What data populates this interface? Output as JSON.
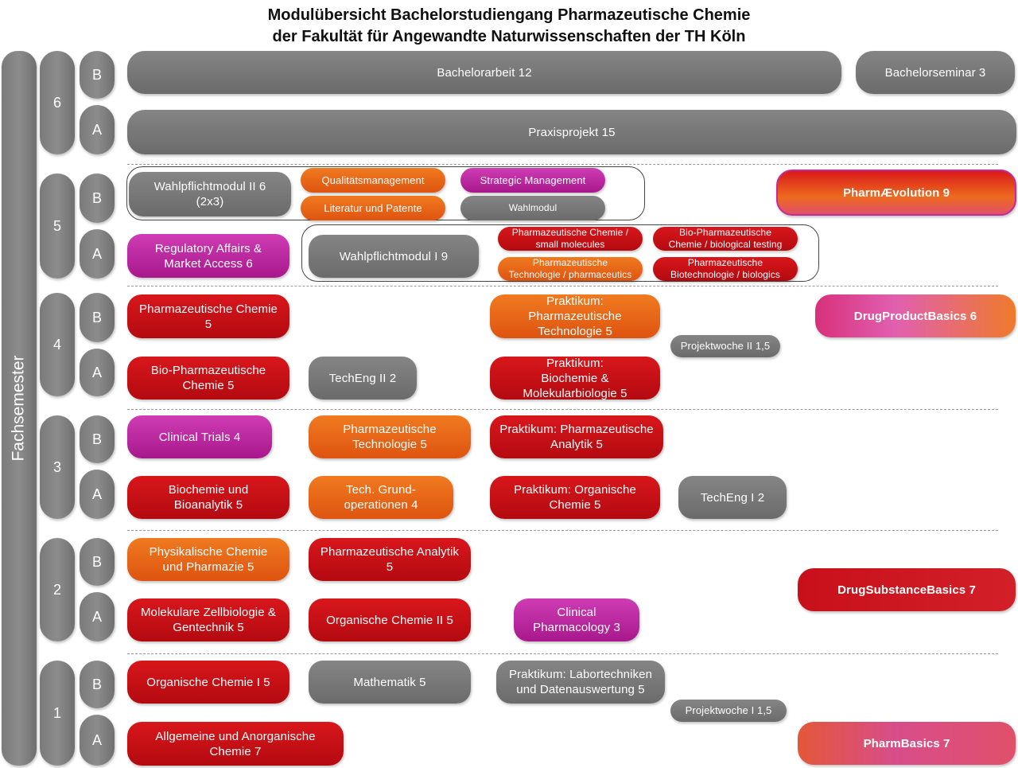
{
  "title": {
    "line1": "Modulübersicht Bachelorstudiengang Pharmazeutische Chemie",
    "line2": "der Fakultät für Angewandte Naturwissenschaften der TH Köln"
  },
  "axis_label": "Fachsemester",
  "semesters": [
    "6",
    "5",
    "4",
    "3",
    "2",
    "1"
  ],
  "halves": {
    "b": "B",
    "a": "A"
  },
  "modules": {
    "bachelorarbeit": "Bachelorarbeit   12",
    "bachelorseminar": "Bachelorseminar   3",
    "praxisprojekt": "Praxisprojekt   15",
    "wahlpflicht2": "Wahlpflichtmodul II  6\n(2x3)",
    "qualitaetsmanagement": "Qualitätsmanagement",
    "strategic_management": "Strategic Management",
    "literatur_patente": "Literatur und Patente",
    "wahlmodul": "Wahlmodul",
    "pharmaevolution": "PharmÆvolution   9",
    "regulatory": "Regulatory Affairs &\nMarket Access   6",
    "wahlpflicht1": "Wahlpflichtmodul I  9",
    "pc_small_molecules": "Pharmazeutische Chemie /\nsmall molecules",
    "biopharm_biological": "Bio-Pharmazeutische\nChemie / biological testing",
    "pt_pharmaceutics": "Pharmazeutische\nTechnologie / pharmaceutics",
    "pb_biologics": "Pharmazeutische\nBiotechnologie / biologics",
    "pharm_chemie": "Pharmazeutische Chemie\n5",
    "prakt_pharm_tech": "Praktikum:\nPharmazeutische\nTechnologie   5",
    "projektwoche2": "Projektwoche II 1,5",
    "drugproductbasics": "DrugProductBasics   6",
    "biopharm_chemie": "Bio-Pharmazeutische\nChemie   5",
    "techeng2": "TechEng II   2",
    "prakt_biochemie": "Praktikum:\nBiochemie &\nMolekularbiologie   5",
    "clinical_trials": "Clinical Trials   4",
    "pharm_technologie": "Pharmazeutische\nTechnologie   5",
    "prakt_pharm_analytik": "Praktikum: Pharmazeutische\nAnalytik   5",
    "biochemie_bioanalytik": "Biochemie und\nBioanalytik   5",
    "tech_grundoperationen": "Tech. Grund-\noperationen   4",
    "prakt_org_chemie": "Praktikum: Organische\nChemie   5",
    "techeng1": "TechEng I   2",
    "phys_chemie": "Physikalische Chemie\nund Pharmazie   5",
    "pharm_analytik": "Pharmazeutische Analytik\n5",
    "drugsubstancebasics": "DrugSubstanceBasics   7",
    "mol_zellbiologie": "Molekulare Zellbiologie &\nGentechnik   5",
    "org_chemie2": "Organische Chemie II   5",
    "clinical_pharmacology": "Clinical\nPharmacology   3",
    "org_chemie1": "Organische Chemie I   5",
    "mathematik": "Mathematik   5",
    "prakt_labortechniken": "Praktikum: Labortechniken\nund Datenauswertung   5",
    "projektwoche1": "Projektwoche I 1,5",
    "allg_anorg_chemie": "Allgemeine und Anorganische\nChemie   7",
    "pharmbasics": "PharmBasics   7"
  },
  "colors": {
    "gray": "#7a7a7a",
    "red": "#c8101a",
    "orange": "#e8661a",
    "magenta": "#bb2aa0"
  }
}
